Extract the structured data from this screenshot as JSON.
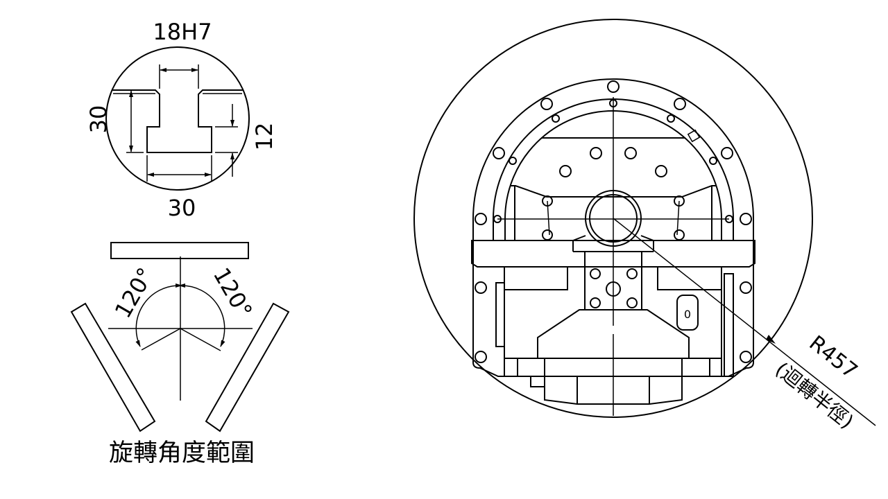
{
  "tslot_detail": {
    "width_tolerance_label": "18H7",
    "height_label": "30",
    "depth_label": "12",
    "bottom_width_label": "30"
  },
  "rotation_range": {
    "left_angle_label": "120°",
    "right_angle_label": "120°",
    "caption": "旋轉角度範圍"
  },
  "top_view": {
    "radius_label": "R457",
    "radius_caption": "(迴轉半徑)",
    "window_marking": "0"
  }
}
